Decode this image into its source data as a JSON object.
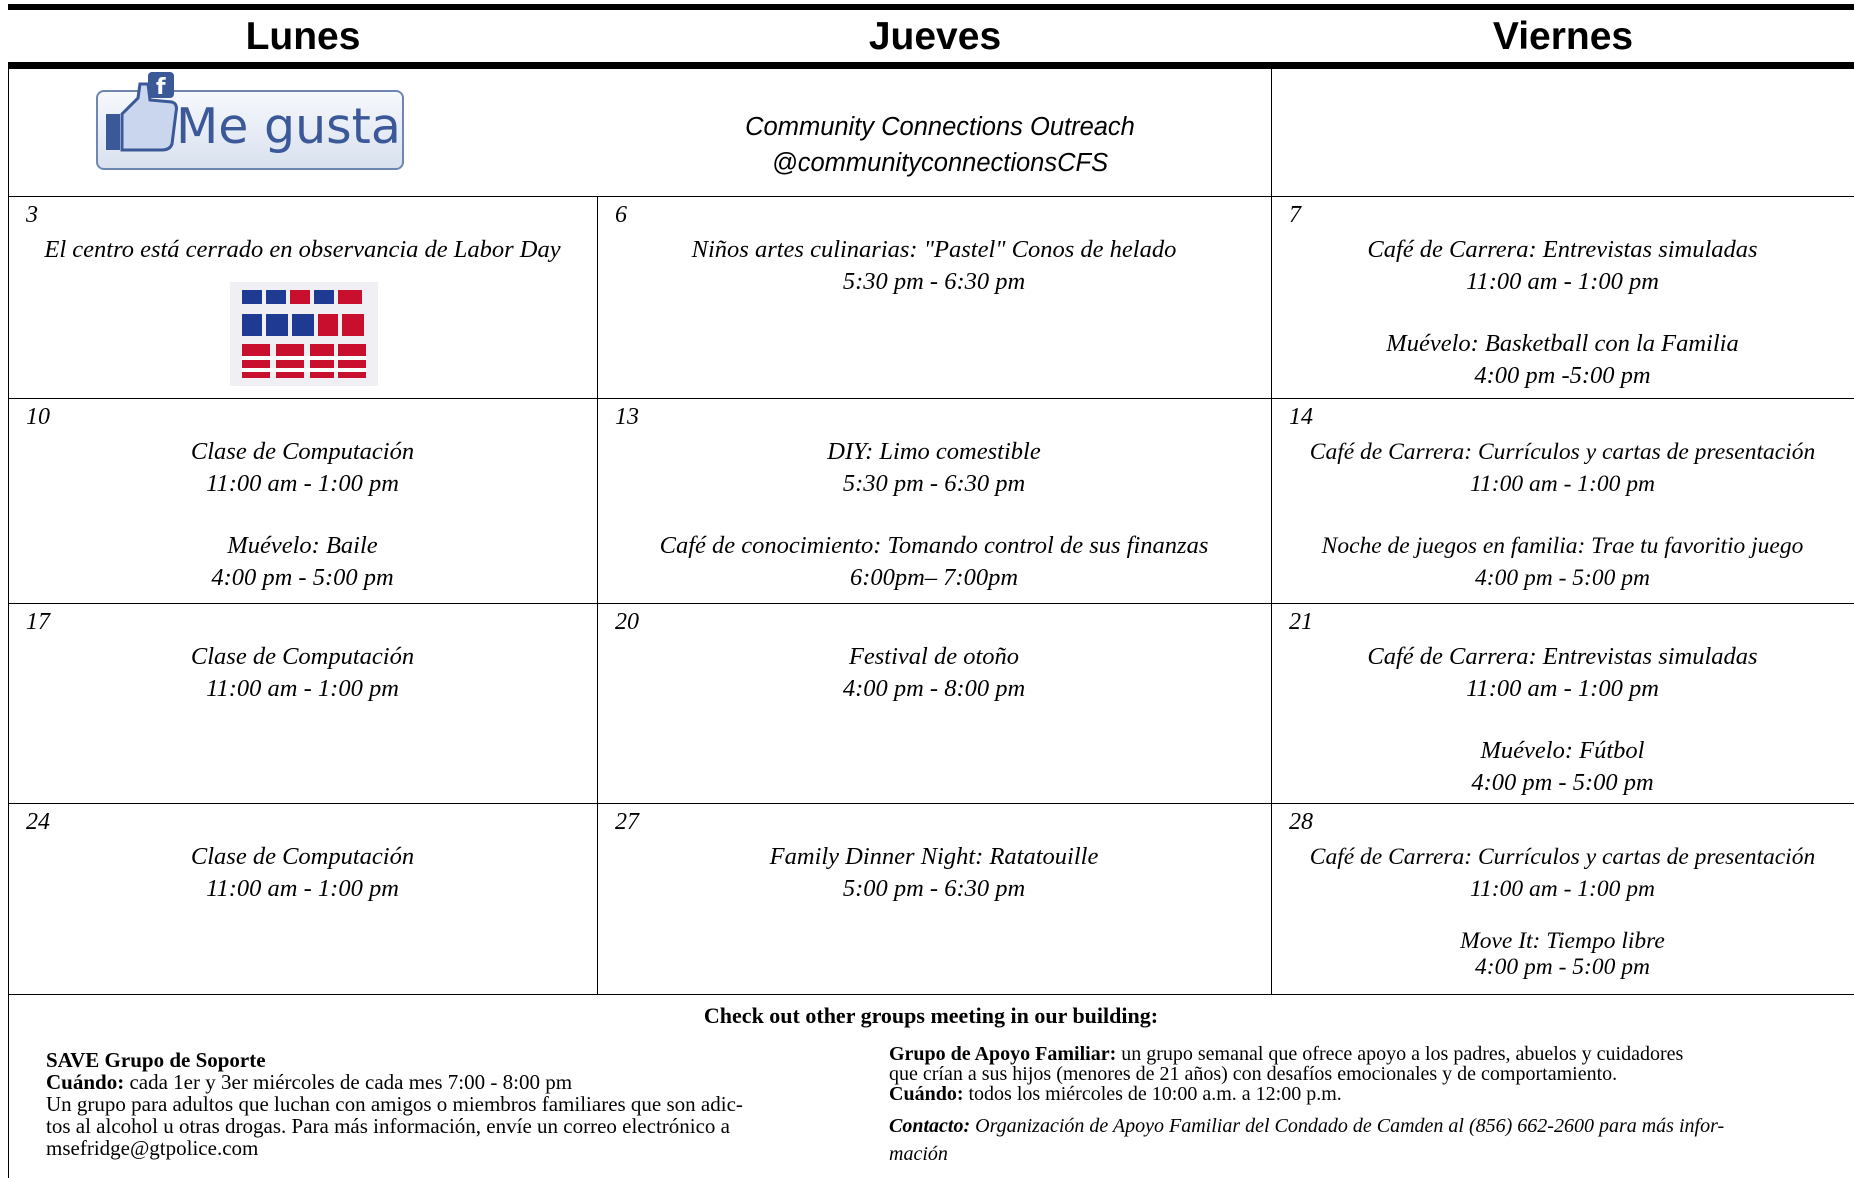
{
  "header": {
    "columns": [
      "Lunes",
      "Jueves",
      "Viernes"
    ]
  },
  "banner": {
    "like_label": "Me gusta",
    "fb_letter": "f",
    "org_name": "Community Connections Outreach",
    "handle": "@communityconnectionsCFS"
  },
  "weeks": [
    [
      {
        "day": "3",
        "events": [
          {
            "title": "El centro está cerrado en observancia de Labor Day",
            "time": ""
          }
        ],
        "image": "happy-labor-day"
      },
      {
        "day": "6",
        "events": [
          {
            "title": "Niños artes culinarias: \"Pastel\" Conos de helado",
            "time": "5:30 pm - 6:30 pm"
          }
        ]
      },
      {
        "day": "7",
        "events": [
          {
            "title": "Café de Carrera: Entrevistas simuladas",
            "time": "11:00 am - 1:00 pm"
          },
          {
            "title": "Muévelo: Basketball con la Familia",
            "time": "4:00 pm -5:00 pm"
          }
        ]
      }
    ],
    [
      {
        "day": "10",
        "events": [
          {
            "title": "Clase de Computación",
            "time": "11:00 am - 1:00 pm"
          },
          {
            "title": "Muévelo: Baile",
            "time": "4:00 pm - 5:00 pm"
          }
        ]
      },
      {
        "day": "13",
        "events": [
          {
            "title": "DIY: Limo comestible",
            "time": "5:30 pm - 6:30 pm"
          },
          {
            "title": "Café de conocimiento: Tomando control de sus finanzas",
            "time": "6:00pm– 7:00pm"
          }
        ]
      },
      {
        "day": "14",
        "events": [
          {
            "title": "Café de Carrera:  Currículos y cartas de presentación",
            "time": "11:00 am - 1:00 pm"
          },
          {
            "title": "Noche de juegos en familia: Trae tu favoritio juego",
            "time": "4:00 pm - 5:00 pm"
          }
        ]
      }
    ],
    [
      {
        "day": "17",
        "events": [
          {
            "title": "Clase de Computación",
            "time": "11:00 am - 1:00 pm"
          }
        ]
      },
      {
        "day": "20",
        "events": [
          {
            "title": "Festival de otoño",
            "time": "4:00 pm - 8:00 pm"
          }
        ]
      },
      {
        "day": "21",
        "events": [
          {
            "title": "Café de Carrera: Entrevistas simuladas",
            "time": "11:00 am - 1:00 pm"
          },
          {
            "title": "Muévelo:  Fútbol",
            "time": "4:00 pm - 5:00 pm"
          }
        ]
      }
    ],
    [
      {
        "day": "24",
        "events": [
          {
            "title": "Clase de Computación",
            "time": "11:00 am - 1:00 pm"
          }
        ]
      },
      {
        "day": "27",
        "events": [
          {
            "title": "Family Dinner Night: Ratatouille",
            "time": "5:00 pm - 6:30 pm"
          }
        ]
      },
      {
        "day": "28",
        "events": [
          {
            "title": "Café de Carrera:  Currículos y cartas de presentación",
            "time": "11:00 am - 1:00 pm"
          },
          {
            "title": "Move It: Tiempo libre",
            "time": "4:00 pm - 5:00 pm"
          }
        ]
      }
    ]
  ],
  "footer": {
    "title": "Check out other groups meeting in our building:",
    "left": {
      "heading": "SAVE Grupo de Soporte",
      "when_label": "Cuándo:",
      "when_text": " cada 1er y 3er miércoles de cada mes 7:00 - 8:00 pm",
      "line1": "Un grupo para adultos que luchan con amigos o miembros familiares que son adic-",
      "line2": "tos al alcohol u otras drogas. Para más información, envíe un correo electrónico a",
      "line3": "msefridge@gtpolice.com"
    },
    "right": {
      "heading": "Grupo de Apoyo Familiar:",
      "heading_text": " un grupo semanal que ofrece apoyo a los padres, abuelos y cuidadores",
      "line2": "que crían a sus hijos (menores de 21 años) con desafíos emocionales y de comportamiento.",
      "when_label": "Cuándo:",
      "when_text": " todos los miércoles de 10:00 a.m. a 12:00 p.m.",
      "contact_label": "Contacto:",
      "contact_text": " Organización de Apoyo Familiar del Condado de Camden al (856) 662-2600 para más infor-",
      "contact_line2": "mación"
    }
  },
  "colors": {
    "fb_blue": "#3b5998",
    "flag_red": "#c8102e",
    "flag_blue": "#1f3a93"
  }
}
